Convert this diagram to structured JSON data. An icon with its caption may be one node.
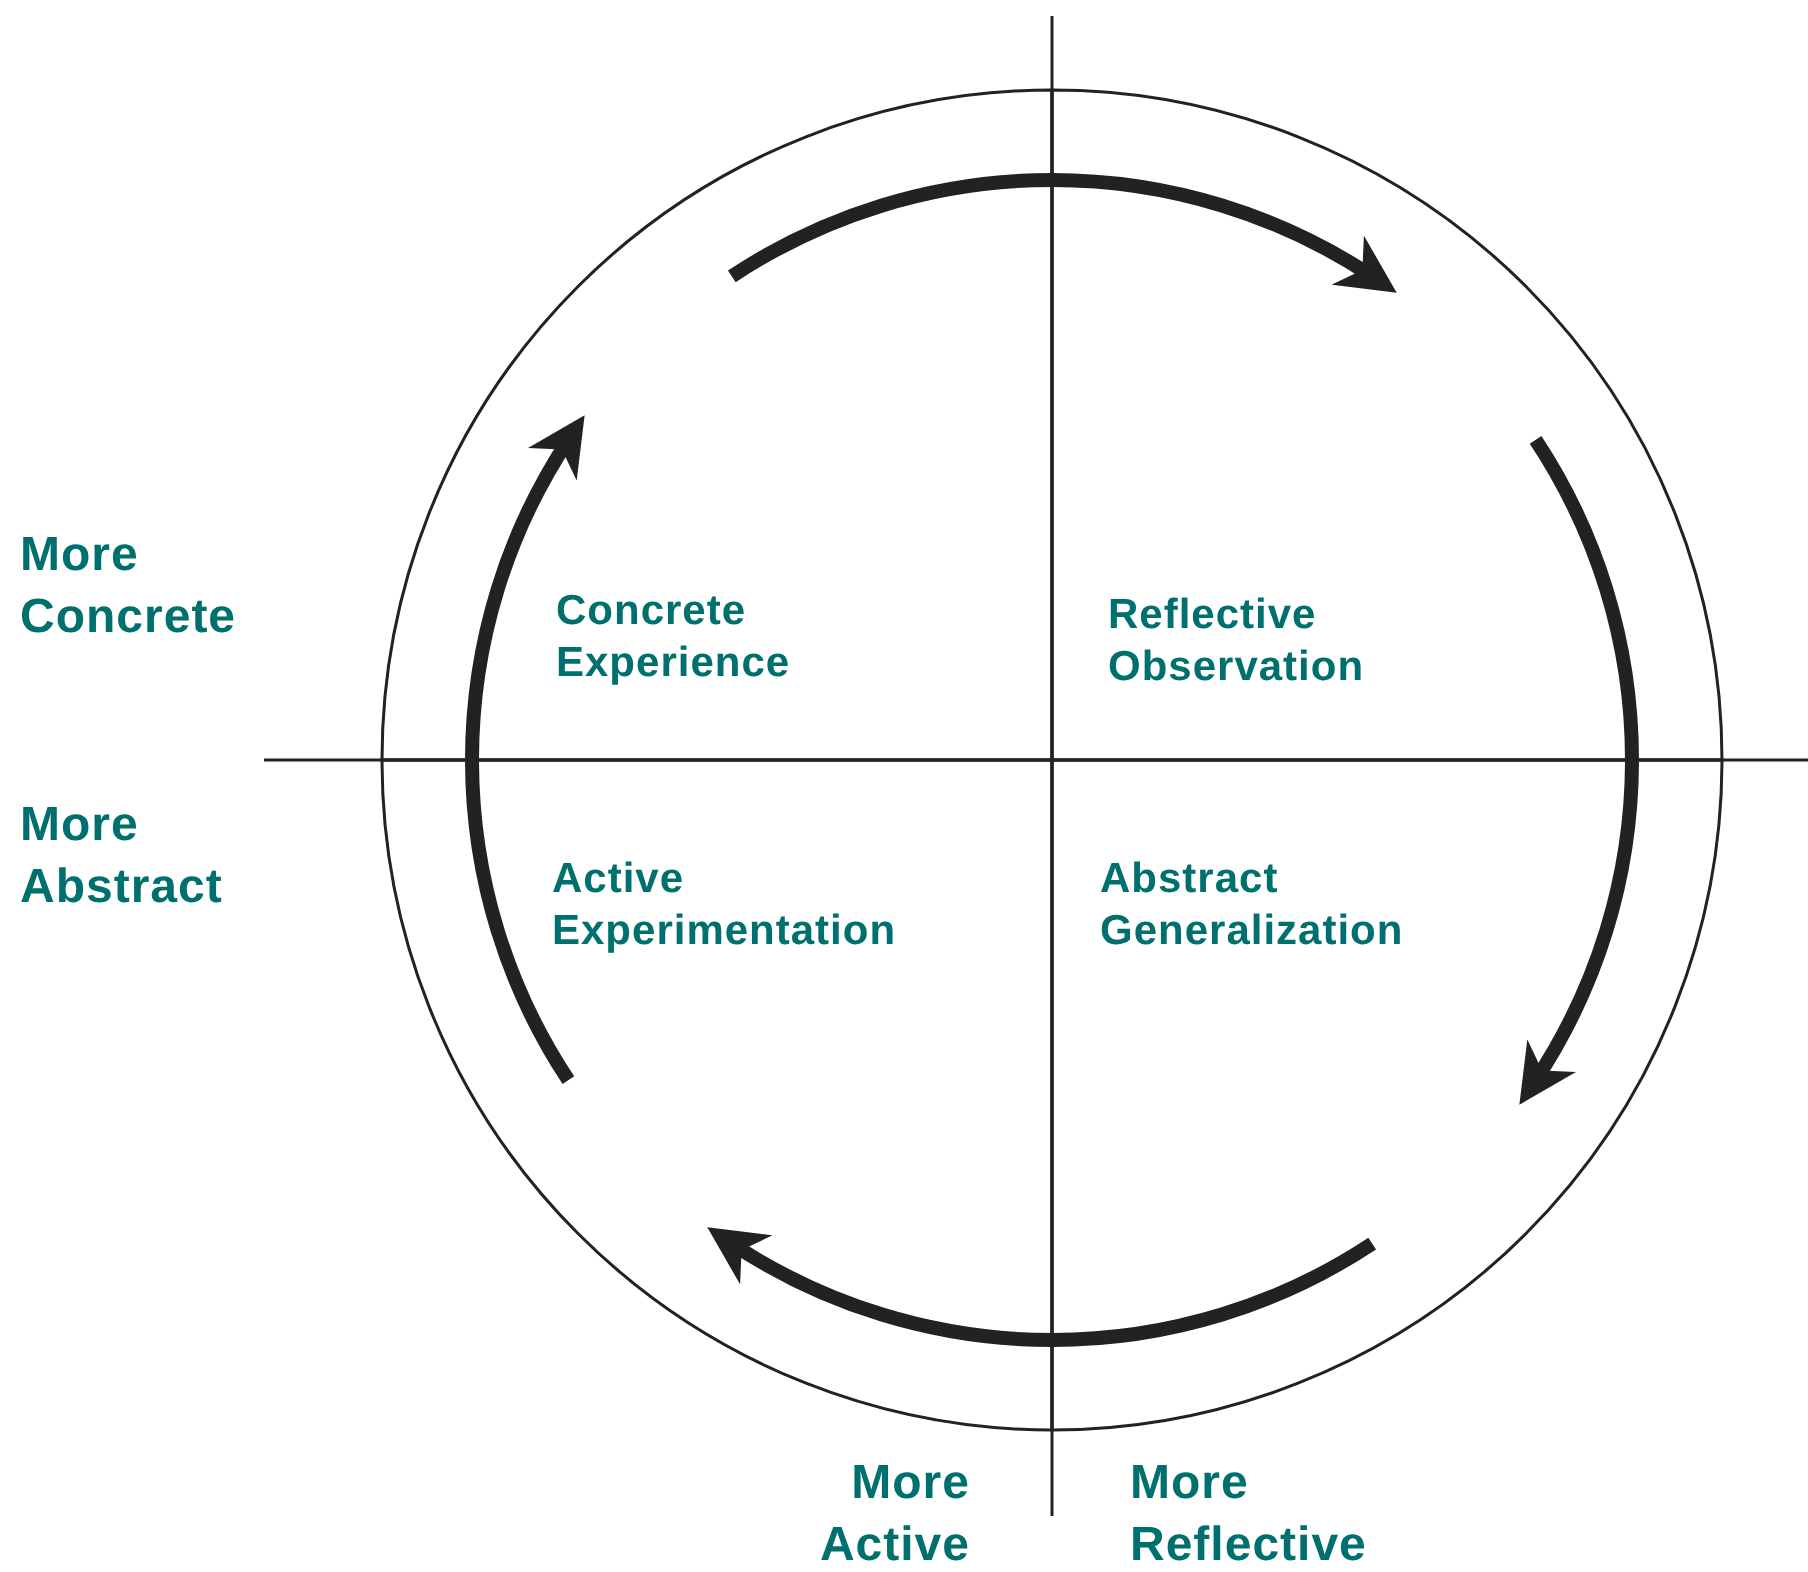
{
  "diagram": {
    "nodes": [
      {
        "text": [
          "Concrete Experience"
        ]
      },
      {
        "text": [
          "Reflective Observation"
        ]
      },
      {
        "text": [
          "Active Experimentation"
        ]
      },
      {
        "text": [
          "Abstract Generalization"
        ]
      }
    ],
    "edges": [
      {
        "from": 0,
        "to": 1,
        "arrow": "to"
      },
      {
        "from": 1,
        "to": 3,
        "arrow": "to"
      },
      {
        "from": 3,
        "to": 2,
        "arrow": "to"
      },
      {
        "from": 2,
        "to": 0,
        "arrow": "to"
      }
    ],
    "labels": [
      "More Concrete",
      "More Abstract",
      "More Active",
      "More Reflective"
    ]
  }
}
